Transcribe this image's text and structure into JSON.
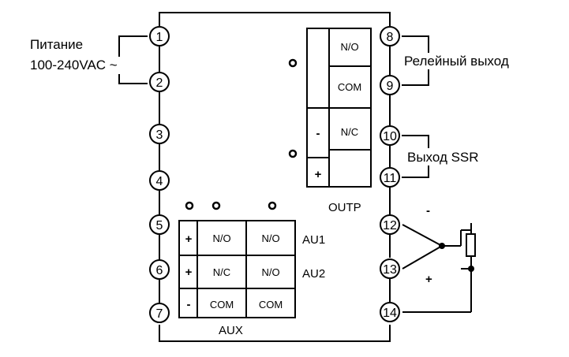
{
  "power": {
    "label_line1": "Питание",
    "label_line2": "100-240VAC ~"
  },
  "relay_output_label": "Релейный выход",
  "ssr_output_label": "Выход SSR",
  "outp": {
    "label": "OUTP",
    "cells": [
      "N/O",
      "COM",
      "-",
      "N/C",
      "+"
    ]
  },
  "aux": {
    "label": "AUX",
    "row_labels": [
      "AU1",
      "AU2"
    ],
    "signs": [
      "+",
      "+",
      "-"
    ],
    "col1": [
      "N/O",
      "N/C",
      "COM"
    ],
    "col2": [
      "N/O",
      "N/O",
      "COM"
    ]
  },
  "terminals": [
    "1",
    "2",
    "3",
    "4",
    "5",
    "6",
    "7",
    "8",
    "9",
    "10",
    "11",
    "12",
    "13",
    "14"
  ],
  "sensor": {
    "minus": "-",
    "plus": "+"
  }
}
